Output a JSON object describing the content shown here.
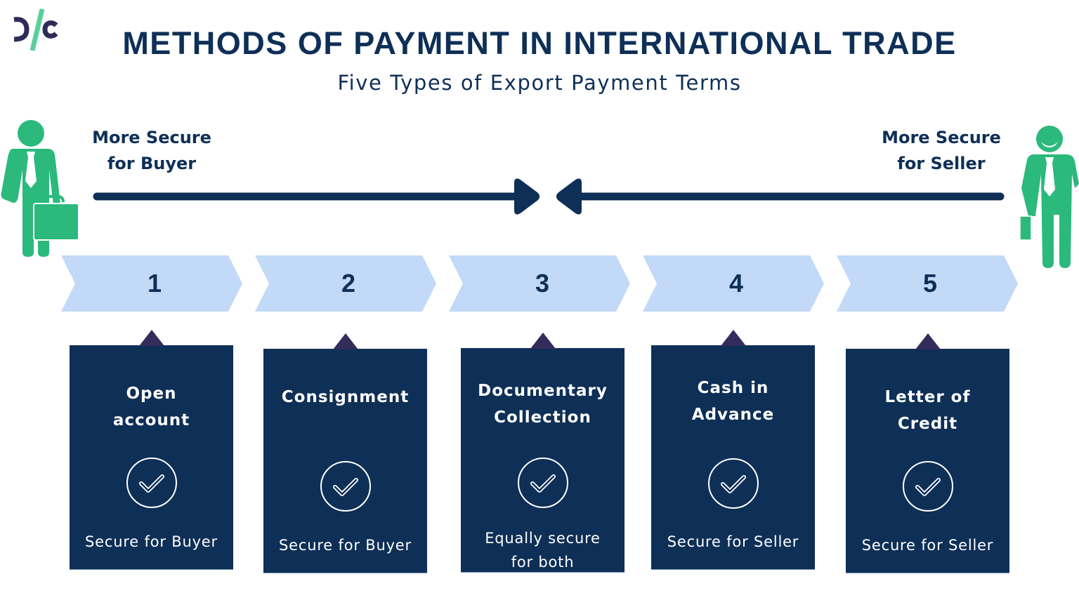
{
  "header": {
    "logo": {
      "icon": "dc-logo-icon",
      "glyph_left": "⊃",
      "glyph_right": "c"
    },
    "title": "METHODS OF PAYMENT IN INTERNATIONAL TRADE",
    "subtitle": "Five Types of Export Payment Terms"
  },
  "spectrum": {
    "buyer": {
      "label_line1": "More Secure",
      "label_line2": "for Buyer",
      "icon": "buyer-figure-icon"
    },
    "seller": {
      "label_line1": "More Secure",
      "label_line2": "for Seller",
      "icon": "seller-figure-icon"
    },
    "arrow_color": "#0e2f56"
  },
  "colors": {
    "navy": "#0e2f56",
    "chevron": "#c2d9f7",
    "figure_green": "#2bb97c",
    "pin": "#342c5b",
    "background": "#ffffff"
  },
  "steps": [
    {
      "number": "1",
      "name_line1": "Open",
      "name_line2": "account",
      "security_line1": "Secure for Buyer",
      "security_line2": "",
      "icon": "check-circle-icon"
    },
    {
      "number": "2",
      "name_line1": "Consignment",
      "name_line2": "",
      "security_line1": "Secure for Buyer",
      "security_line2": "",
      "icon": "check-circle-icon"
    },
    {
      "number": "3",
      "name_line1": "Documentary",
      "name_line2": "Collection",
      "security_line1": "Equally secure",
      "security_line2": "for both",
      "icon": "check-circle-icon"
    },
    {
      "number": "4",
      "name_line1": "Cash in",
      "name_line2": "Advance",
      "security_line1": "Secure for Seller",
      "security_line2": "",
      "icon": "check-circle-icon"
    },
    {
      "number": "5",
      "name_line1": "Letter of",
      "name_line2": "Credit",
      "security_line1": "Secure for Seller",
      "security_line2": "",
      "icon": "check-circle-icon"
    }
  ]
}
